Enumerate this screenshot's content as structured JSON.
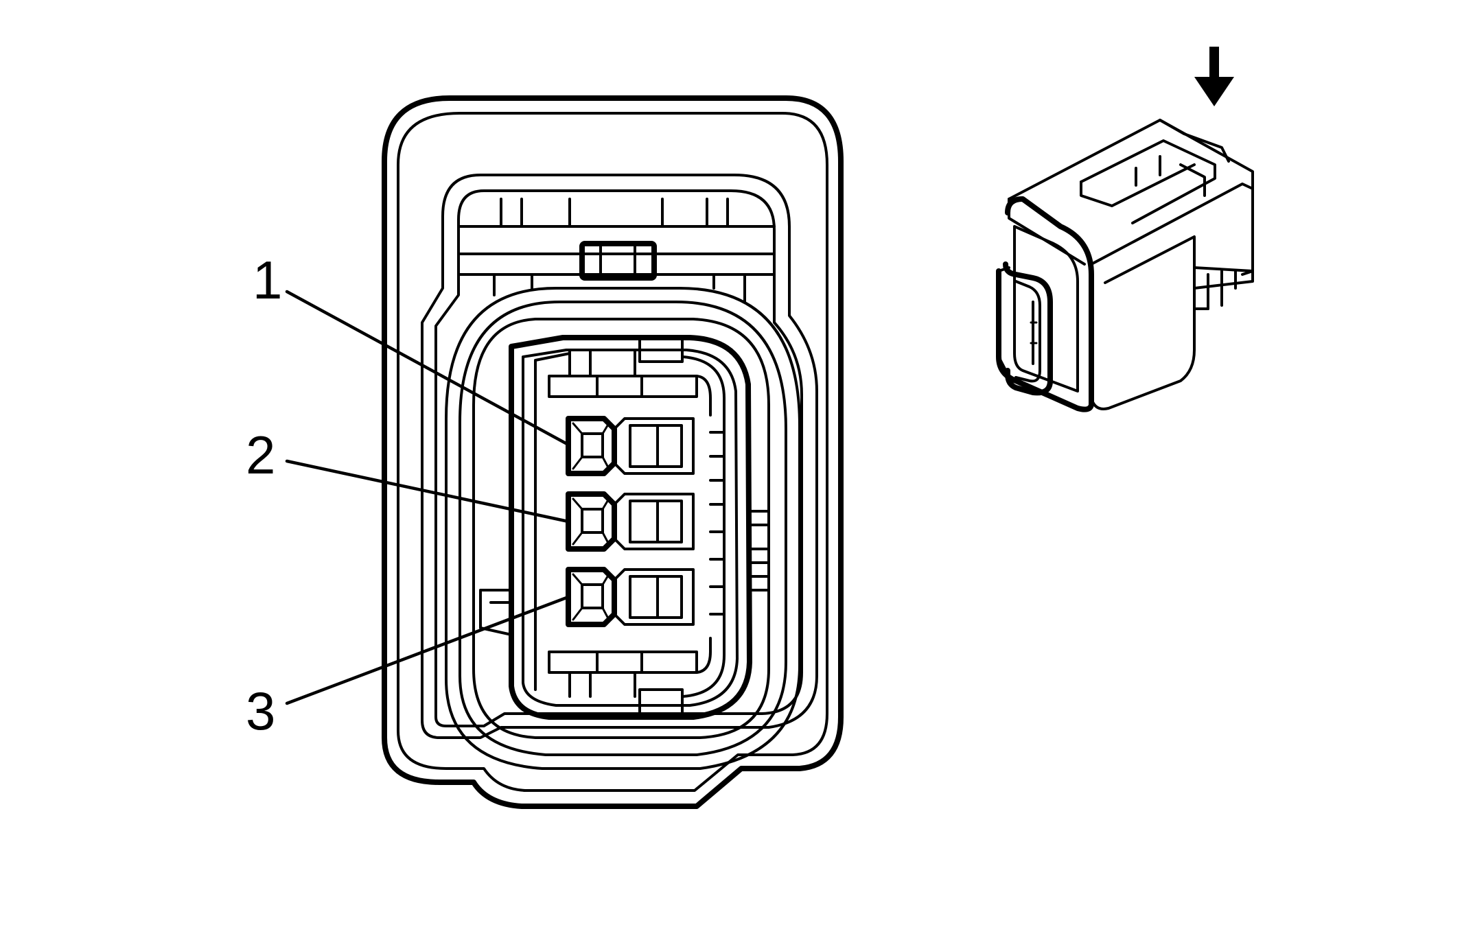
{
  "callouts": [
    {
      "id": "pin-1",
      "label": "1"
    },
    {
      "id": "pin-2",
      "label": "2"
    },
    {
      "id": "pin-3",
      "label": "3"
    }
  ],
  "icons": {
    "view_direction": "arrow-down-icon"
  },
  "colors": {
    "line": "#000000",
    "background": "#ffffff"
  }
}
